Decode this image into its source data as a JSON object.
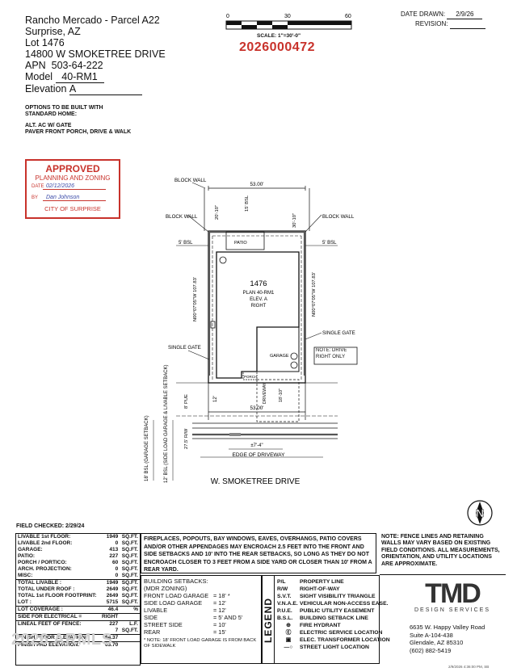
{
  "header": {
    "community": "Rancho Mercado - Parcel A22",
    "city": "Surprise, AZ",
    "lot_label": "Lot",
    "lot": "1476",
    "address": "14800 W SMOKETREE DRIVE",
    "apn_label": "APN",
    "apn": "503-64-222",
    "model_label": "Model",
    "model": "40-RM1",
    "elevation_label": "Elevation",
    "elevation": "A",
    "options_title": "OPTIONS TO BE BUILT WITH STANDARD HOME:",
    "options": [
      "ALT. AC W/ GATE",
      "PAVER FRONT PORCH, DRIVE & WALK"
    ]
  },
  "scale": {
    "ticks": [
      "0",
      "30",
      "60"
    ],
    "label": "SCALE: 1\"=30'-0\""
  },
  "permit_number": "2026000472",
  "date_block": {
    "date_drawn_label": "DATE DRAWN:",
    "date_drawn": "2/9/26",
    "revision_label": "REVISION:"
  },
  "stamp": {
    "title": "APPROVED",
    "subtitle": "PLANNING AND ZONING",
    "date_label": "DATE",
    "date": "02/12/2026",
    "by_label": "BY",
    "by": "Dan Johnson",
    "org": "CITY OF SURPRISE"
  },
  "site": {
    "lot_number": "1476",
    "plan": "PLAN 40-RM1",
    "elev": "ELEV. A",
    "hand": "RIGHT",
    "labels": {
      "block_wall_top": "BLOCK WALL",
      "block_wall_left": "BLOCK WALL",
      "block_wall_right": "BLOCK WALL",
      "width_top": "53.00'",
      "width_bottom": "53.00'",
      "rear_bsl": "15' BSL",
      "rear_left_dim": "20'-10\"",
      "rear_right_dim": "30'-10\"",
      "side_bsl_left": "5' BSL",
      "side_bsl_right": "5' BSL",
      "patio": "PATIO",
      "prop_left": "N00°07'05\"W 107.83'",
      "prop_right": "N00°07'05\"W 107.83'",
      "single_gate_left": "SINGLE GATE",
      "single_gate_right": "SINGLE GATE",
      "garage": "GARAGE",
      "porch": "PORCH",
      "note_drive": "NOTE: DRIVE RIGHT ONLY",
      "driveway_vert": "DRIVEWAY",
      "dim_18": "18'-10\"",
      "dim_12": "12'",
      "pue": "8' PUE",
      "rw": "27.5' R/W",
      "dim_7": "±7'-4\"",
      "edge_driveway": "EDGE OF DRIVEWAY",
      "street": "W. SMOKETREE DRIVE",
      "garage_setback": "18' BSL (GARAGE SETBACK)",
      "side_load": "12' BSL (SIDE LOAD GARAGE & LIVABLE SETBACK)"
    }
  },
  "north_icon": "north-arrow-icon",
  "field_checked": "FIELD CHECKED:  2/29/24",
  "areas": [
    {
      "label": "LIVABLE 1st FLOOR:",
      "value": "1949",
      "unit": "SQ.FT."
    },
    {
      "label": "LIVABLE 2nd FLOOR:",
      "value": "0",
      "unit": "SQ.FT."
    },
    {
      "label": "GARAGE:",
      "value": "413",
      "unit": "SQ.FT."
    },
    {
      "label": "PATIO:",
      "value": "227",
      "unit": "SQ.FT."
    },
    {
      "label": "PORCH / PORTICO:",
      "value": "60",
      "unit": "SQ.FT."
    },
    {
      "label": "ARCH. PROJECTION:",
      "value": "0",
      "unit": "SQ.FT."
    },
    {
      "label": "MISC:",
      "value": "0",
      "unit": "SQ.FT."
    },
    {
      "label": "TOTAL LIVABLE :",
      "value": "1949",
      "unit": "SQ.FT."
    },
    {
      "label": "TOTAL UNDER ROOF :",
      "value": "2649",
      "unit": "SQ.FT."
    },
    {
      "label": "TOTAL 1st FLOOR FOOTPRINT:",
      "value": "2649",
      "unit": "SQ.FT."
    },
    {
      "label": "LOT :",
      "value": "5715",
      "unit": "SQ.FT."
    },
    {
      "label": "LOT COVERAGE :",
      "value": "46.4",
      "unit": "%"
    },
    {
      "label": "SIDE FOR ELECTRICAL =",
      "value": "RIGHT",
      "unit": ""
    },
    {
      "label": "LINEAL FEET OF FENCE:",
      "value": "227",
      "unit": "L.F."
    },
    {
      "label": "",
      "value": "7",
      "unit": "SQ.FT."
    },
    {
      "label": "FINISH FLOOR ELEVATION:",
      "value": "64.37",
      "unit": ""
    },
    {
      "label": "FINISH PAD ELEVATION:",
      "value": "63.70",
      "unit": ""
    }
  ],
  "encroach_note": "FIREPLACES, POPOUTS, BAY WINDOWS, EAVES, OVERHANGS, PATIO COVERS AND/OR OTHER APPENDAGES MAY ENCROACH 2.5 FEET INTO THE FRONT AND SIDE SETBACKS AND 10' INTO THE REAR SETBACKS, SO LONG AS THEY DO NOT ENCROACH CLOSER TO 3 FEET FROM A SIDE YARD OR CLOSER THAN 10' FROM A REAR YARD.",
  "fence_note": "NOTE: FENCE LINES AND RETAINING WALLS MAY VARY BASED ON EXISTING FIELD CONDITIONS.  ALL MEASUREMENTS, ORIENTATION, AND UTILITY LOCATIONS ARE APPROXIMATE.",
  "setbacks": {
    "title": "BUILDING SETBACKS:",
    "zoning": "(MDR ZONING)",
    "rows": [
      {
        "label": "FRONT LOAD GARAGE",
        "value": "= 18' *"
      },
      {
        "label": "SIDE LOAD GARAGE",
        "value": "= 12'"
      },
      {
        "label": "LIVABLE",
        "value": "= 12'"
      },
      {
        "label": "SIDE",
        "value": "= 5' AND 5'"
      },
      {
        "label": "STREET SIDE",
        "value": "= 10'"
      },
      {
        "label": "REAR",
        "value": "= 15'"
      }
    ],
    "footnote": "* NOTE: 18' FRONT LOAD GARAGE IS FROM BACK OF SIDEWALK"
  },
  "legend": {
    "title": "LEGEND",
    "rows": [
      {
        "key": "P/L",
        "desc": "PROPERTY LINE"
      },
      {
        "key": "R/W",
        "desc": "RIGHT-OF-WAY"
      },
      {
        "key": "S.V.T.",
        "desc": "SIGHT VISIBILITY TRIANGLE"
      },
      {
        "key": "V.N.A.E.",
        "desc": "VEHICULAR NON-ACCESS EASE."
      },
      {
        "key": "P.U.E.",
        "desc": "PUBLIC UTILITY EASEMENT"
      },
      {
        "key": "B.S.L.",
        "desc": "BUILDING SETBACK LINE"
      },
      {
        "key": "",
        "desc": "FIRE HYDRANT"
      },
      {
        "key": "",
        "desc": "ELECTRIC SERVICE LOCATION"
      },
      {
        "key": "",
        "desc": "ELEC. TRANSFORMER LOCATION"
      },
      {
        "key": "",
        "desc": "STREET LIGHT LOCATION"
      }
    ]
  },
  "company": {
    "logo": "TMD",
    "tagline": "DESIGN SERVICES",
    "address1": "6635 W. Happy Valley Road",
    "address2": "Suite A-104-438",
    "address3": "Glendale, AZ 85310",
    "phone": "(602) 882-5419"
  },
  "watermark": "2026 ARMLS",
  "timestamp": "2/9/2026 4:36:00 PM, SB"
}
